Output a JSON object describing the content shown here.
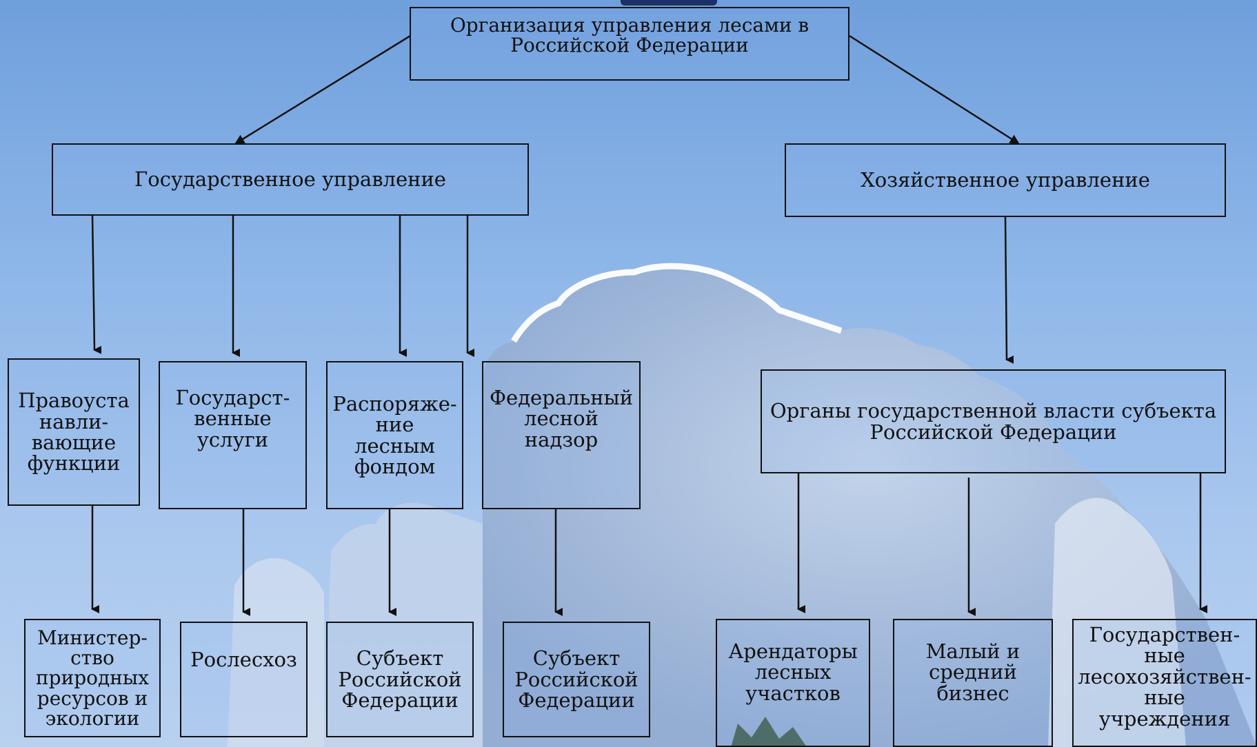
{
  "nodes": {
    "root": "Организация управления лесами в\nРоссийской Федерации",
    "state": "Государственное управление",
    "economic": "Хозяйственное управление",
    "lawmaking": "Правоуста\nнавли-\nвающие\nфункции",
    "public_services": "Государст-\nвенные\nуслуги",
    "fund_management": "Распоряже-\nние\nлесным\nфондом",
    "federal_supervision": "Федеральный\nлесной\nнадзор",
    "subject_authorities": "Органы государственной власти субъекта\nРоссийской Федерации",
    "ministry": "Министер-\nство\nприродных\nресурсов и\nэкологии",
    "rosleshoz": "Рослесхоз",
    "subject_1": "Субъект\nРоссийской\nФедерации",
    "subject_2": "Субъект\nРоссийской\nФедерации",
    "tenants": "Арендаторы\nлесных\nучастков",
    "small_business": "Малый и\nсредний\nбизнес",
    "state_forestry": "Государствен-\nные\nлесохозяйствен-\nные учреждения"
  },
  "colors": {
    "sky_top": "#6f9fdc",
    "sky_bottom": "#b9d1ef",
    "line": "#111111",
    "title_accent": "#1c2f66"
  }
}
